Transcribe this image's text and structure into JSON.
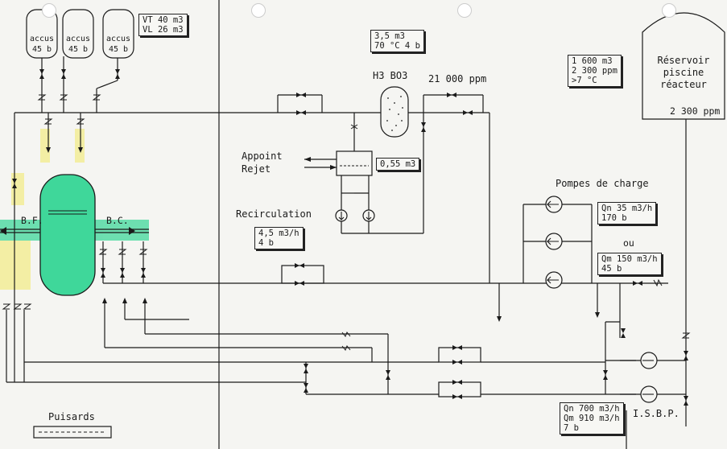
{
  "accumulators": [
    {
      "name": "accus",
      "pressure": "45 b"
    },
    {
      "name": "accus",
      "pressure": "45 b"
    },
    {
      "name": "accus",
      "pressure": "45 b"
    }
  ],
  "volume_box": [
    "VT 40 m3",
    "VL 26 m3"
  ],
  "boric_tank_box": [
    "3,5 m3",
    "70 °C 4 b"
  ],
  "boric_acid_label": "H3 BO3",
  "boric_concentration": "21 000 ppm",
  "reservoir_box": [
    "1 600 m3",
    "2 300 ppm",
    ">7 °C"
  ],
  "reservoir_label": [
    "Réservoir",
    "piscine",
    "réacteur"
  ],
  "reservoir_ppm": "2 300 ppm",
  "appoint_label": "Appoint",
  "rejet_label": "Rejet",
  "vct_volume": "0,55 m3",
  "recirculation_label": "Recirculation",
  "recirculation_box": [
    "4,5 m3/h",
    "4 b"
  ],
  "bf_label": "B.F.",
  "bc_label": "B.C.",
  "pumps_title": "Pompes de charge",
  "pump_nominal_box": [
    "Qn 35 m3/h",
    "170 b"
  ],
  "ou_label": "ou",
  "pump_max_box": [
    "Qm 150 m3/h",
    "45 b"
  ],
  "isbp_box": [
    "Qn 700 m3/h",
    "Qm 910 m3/h",
    "7 b"
  ],
  "isbp_label": "I.S.B.P.",
  "puisards_label": "Puisards",
  "colors": {
    "line": "#1a1a1a",
    "green_highlight": "#3fd79a",
    "yellow_highlight": "#f3ec8a",
    "paper": "#f5f5f2"
  }
}
